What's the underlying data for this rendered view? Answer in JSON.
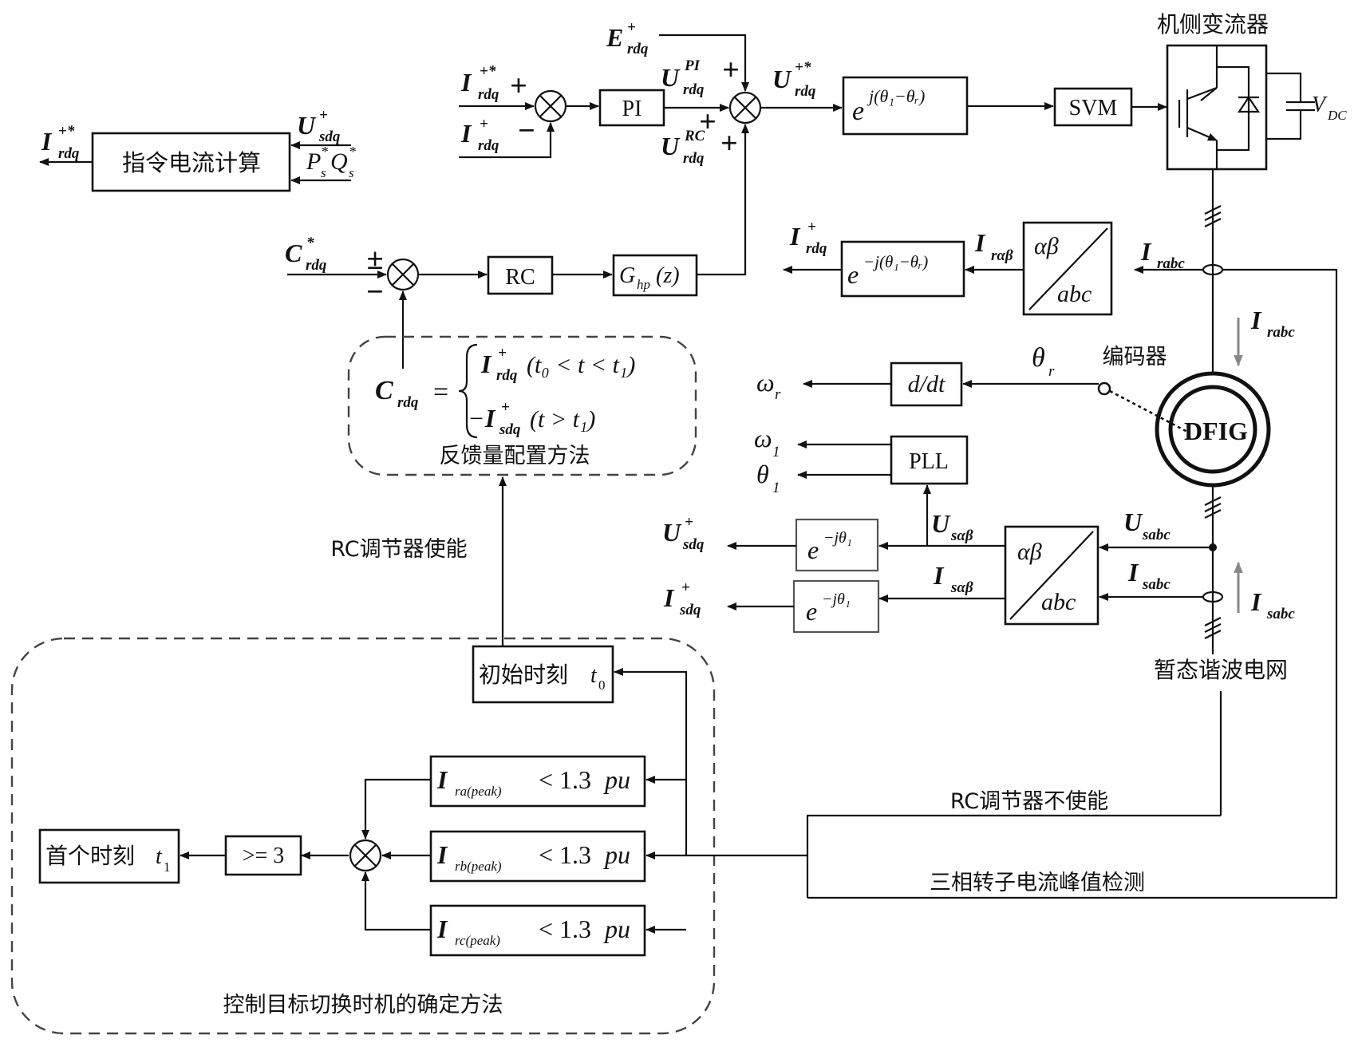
{
  "blocks": {
    "command_calc": "指令电流计算",
    "pi": "PI",
    "svm": "SVM",
    "rc": "RC",
    "pll": "PLL",
    "ddt": "d/dt",
    "abc_top": "αβ",
    "abc_bottom": "abc",
    "initial_time": "初始时刻",
    "initial_time_sym": "t",
    "initial_time_sub": "0",
    "first_time": "首个时刻",
    "first_time_sym": "t",
    "first_time_sub": "1",
    "ge3": ">= 3",
    "dfig": "DFIG"
  },
  "labels": {
    "converter": "机侧变流器",
    "encoder": "编码器",
    "grid": "暂态谐波电网",
    "rc_enable": "RC调节器使能",
    "rc_disable": "RC调节器不使能",
    "peak_detect": "三相转子电流峰值检测",
    "feedback_method": "反馈量配置方法",
    "switch_method": "控制目标切换时机的确定方法",
    "vdc": "V",
    "vdc_sub": "DC"
  },
  "signals": {
    "I": "I",
    "U": "U",
    "E": "E",
    "C": "C",
    "P": "P",
    "Q": "Q",
    "G": "G",
    "rdq": "rdq",
    "sdq": "sdq",
    "plus": "+",
    "pstar": "+*",
    "star": "*",
    "PI_sup": "PI",
    "RC_sup": "RC",
    "hp": "hp",
    "z": "(z)",
    "s": "s",
    "rab": "rαβ",
    "sab": "sαβ",
    "rabc": "rabc",
    "sabc": "sabc",
    "omega": "ω",
    "theta": "θ",
    "r": "r",
    "one": "1",
    "exp_e": "e",
    "exp_top": "j(θ₁−θᵣ)",
    "exp_neg": "−j(θ₁−θᵣ)",
    "exp_s": "−jθ₁"
  },
  "signs": {
    "plus": "+",
    "minus": "−",
    "pm": "±"
  },
  "formula": {
    "lhs": "C",
    "lhs_sub": "rdq",
    "eq": "=",
    "line1_cond": "(t₀ < t < t₁)",
    "line2_neg": "−",
    "line2_cond": "(t > t₁)"
  },
  "conditions": [
    {
      "sub": "ra(peak)",
      "rel": "< 1.3",
      "unit": "pu"
    },
    {
      "sub": "rb(peak)",
      "rel": "< 1.3",
      "unit": "pu"
    },
    {
      "sub": "rc(peak)",
      "rel": "< 1.3",
      "unit": "pu"
    }
  ]
}
